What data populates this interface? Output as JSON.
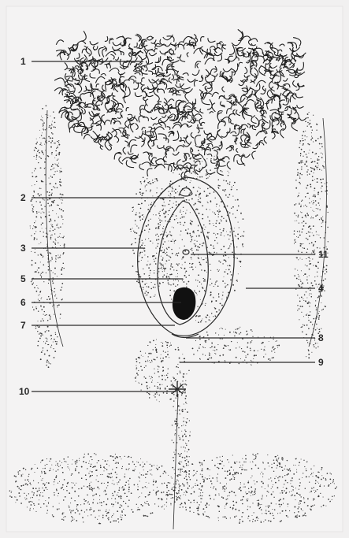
{
  "labels": [
    {
      "id": "1",
      "text": "1"
    },
    {
      "id": "2",
      "text": "2"
    },
    {
      "id": "3",
      "text": "3"
    },
    {
      "id": "4",
      "text": "4"
    },
    {
      "id": "5",
      "text": "5"
    },
    {
      "id": "6",
      "text": "6"
    },
    {
      "id": "7",
      "text": "7"
    },
    {
      "id": "8",
      "text": "8"
    },
    {
      "id": "9",
      "text": "9"
    },
    {
      "id": "10",
      "text": "10"
    },
    {
      "id": "11",
      "text": "11"
    }
  ],
  "colors": {
    "background": "#f1f0f0",
    "ink": "#2a2a2a",
    "stipple": "#3a3a3a"
  }
}
